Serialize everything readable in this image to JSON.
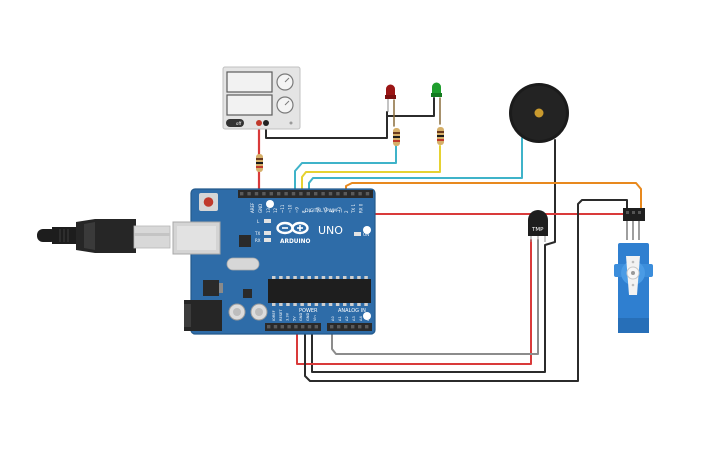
{
  "board": {
    "logo": "ARDUINO",
    "model": "UNO",
    "digital_header": "DIGITAL (PWM~)",
    "power_label": "POWER",
    "analog_label": "ANALOG IN",
    "tx_label": "TX",
    "rx_label": "RX",
    "l_label": "L",
    "on_label": "ON",
    "aref_label": "AREF",
    "gnd_label": "GND",
    "top_pins": [
      "13",
      "12",
      "~11",
      "~10",
      "~9",
      "8",
      "7",
      "~6",
      "~5",
      "4",
      "~3",
      "2",
      "TX 1",
      "RX 0"
    ],
    "power_pins": [
      "IOREF",
      "RESET",
      "3.3V",
      "5V",
      "GND",
      "GND",
      "Vin"
    ],
    "analog_pins": [
      "A0",
      "A1",
      "A2",
      "A3",
      "A4",
      "A5"
    ]
  },
  "sensor": {
    "label": "TMP"
  },
  "power_supply": {
    "off_label": "off"
  },
  "colors": {
    "board": "#2e6ca8",
    "wire_black": "#2b2b2b",
    "wire_red": "#d93a3a",
    "wire_cyan": "#3fb3c9",
    "wire_yellow": "#e6d232",
    "wire_orange": "#e8891e",
    "wire_gray": "#8c8c8c",
    "servo": "#2f7fd0",
    "led_red": "#9b1515",
    "led_green": "#1f9e2d"
  }
}
